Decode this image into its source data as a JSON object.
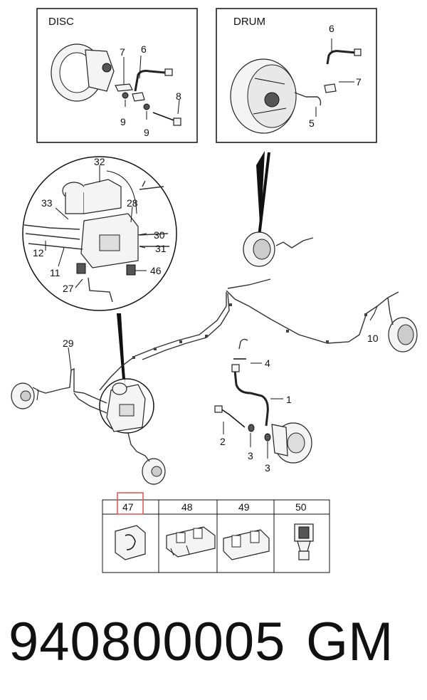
{
  "insets": {
    "disc": {
      "title": "DISC",
      "labels": [
        "7",
        "6",
        "8",
        "9",
        "9"
      ]
    },
    "drum": {
      "title": "DRUM",
      "labels": [
        "6",
        "7",
        "5"
      ]
    },
    "abs": {
      "labels": [
        "32",
        "33",
        "28",
        "30",
        "12",
        "31",
        "11",
        "46",
        "27"
      ]
    }
  },
  "main_labels": [
    "29",
    "10",
    "4",
    "1",
    "2",
    "3",
    "3"
  ],
  "parts_table": {
    "columns": [
      "47",
      "48",
      "49",
      "50"
    ],
    "highlighted_column": "47",
    "highlight_color": "#e05a5a"
  },
  "footer": {
    "part_number": "940800005",
    "brand": "GM"
  }
}
